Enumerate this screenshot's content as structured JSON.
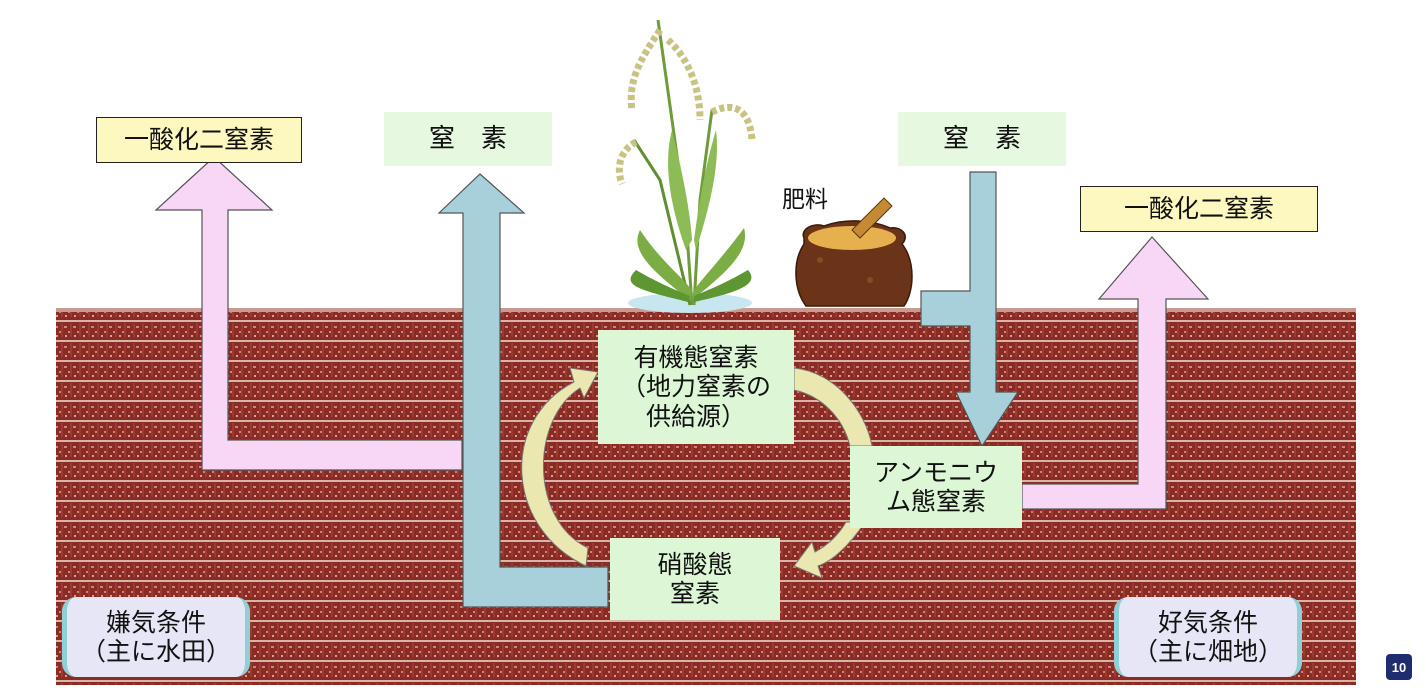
{
  "labels": {
    "n2o_left": "一酸化二窒素",
    "n2_left": "窒　素",
    "n2_right": "窒　素",
    "n2o_right": "一酸化二窒素",
    "fertilizer": "肥料",
    "organic": "有機態窒素\n（地力窒素の\n供給源）",
    "ammonium": "アンモニウ\nム態窒素",
    "nitrate": "硝酸態\n窒素",
    "anaerobic": "嫌気条件\n（主に水田）",
    "aerobic": "好気条件\n（主に畑地）",
    "page_number": "10"
  },
  "colors": {
    "soil": "#8a2a24",
    "pink_arrow": "#f7d7f5",
    "blue_arrow": "#a8d0da",
    "cycle_arrow": "#eae7b1"
  }
}
